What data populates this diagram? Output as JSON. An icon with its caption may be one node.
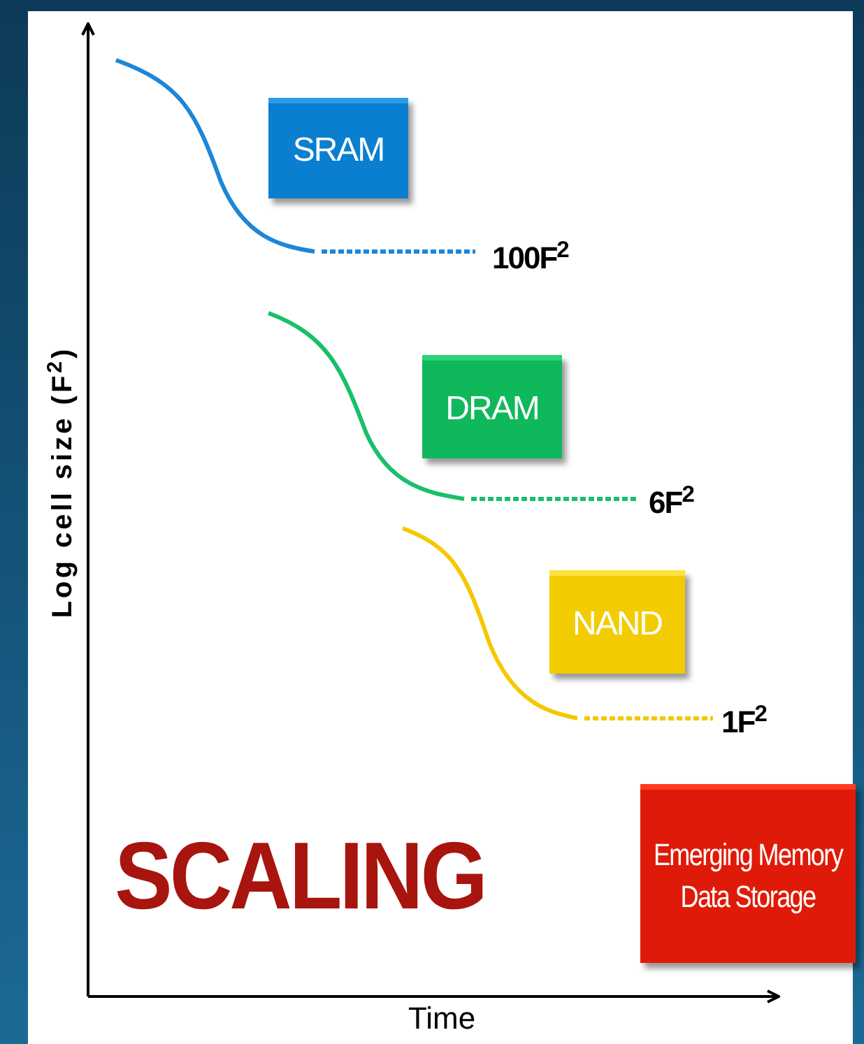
{
  "diagram": {
    "nodes": [
      {
        "text": [
          "SRAM"
        ]
      },
      {
        "text": [
          "DRAM"
        ]
      },
      {
        "text": [
          "NAND"
        ]
      },
      {
        "text": [
          "Emerging Memory Data Storage"
        ]
      }
    ],
    "labels": [
      "Log cell size (F$^{2}$)",
      "100F$^{2}$",
      "6F$^{2}$",
      "1F$^{2}$",
      "SCALING",
      "Time"
    ]
  }
}
